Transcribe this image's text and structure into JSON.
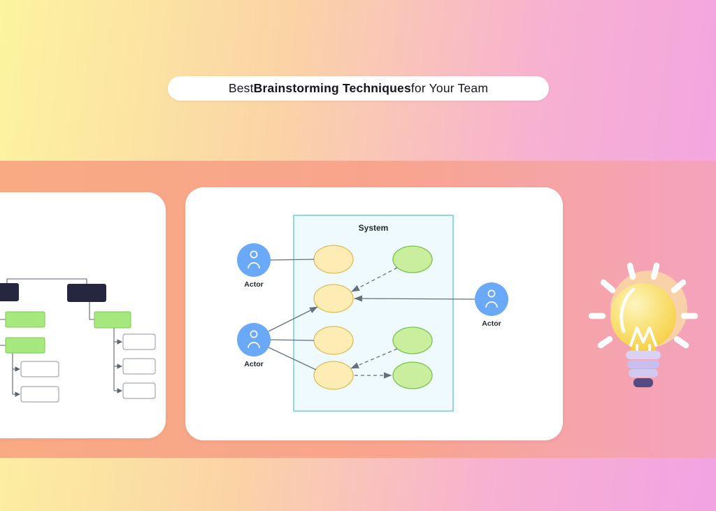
{
  "banner": {
    "prefix": "Best ",
    "bold": "Brainstorming Techniques",
    "suffix": " for Your Team"
  },
  "usecase": {
    "system_label": "System",
    "actors": [
      {
        "label": "Actor"
      },
      {
        "label": "Actor"
      },
      {
        "label": "Actor"
      }
    ]
  },
  "icons": {
    "actor": "person-outline-icon",
    "idea": "lightbulb-illustration"
  },
  "colors": {
    "background_yellow": "#fcf49f",
    "background_pink": "#f2a3e3",
    "band_salmon_left": "#f9aa82",
    "band_salmon_right": "#f4a3be",
    "card_white": "#ffffff",
    "banner_text": "#14141f",
    "actor_blue": "#6aa9f8",
    "usecase_yellow_fill": "#fdedb4",
    "usecase_yellow_stroke": "#dfbb55",
    "usecase_green_fill": "#c9ef9e",
    "usecase_green_stroke": "#7cc24d",
    "system_fill": "#eefafd",
    "system_stroke": "#66c9e2",
    "tree_node_dark": "#262640",
    "tree_node_green": "#a6e77e",
    "bulb_yellow": "#f6cf45",
    "bulb_base_lavender": "#d2c9f1",
    "bulb_cap_purple": "#564a82"
  }
}
